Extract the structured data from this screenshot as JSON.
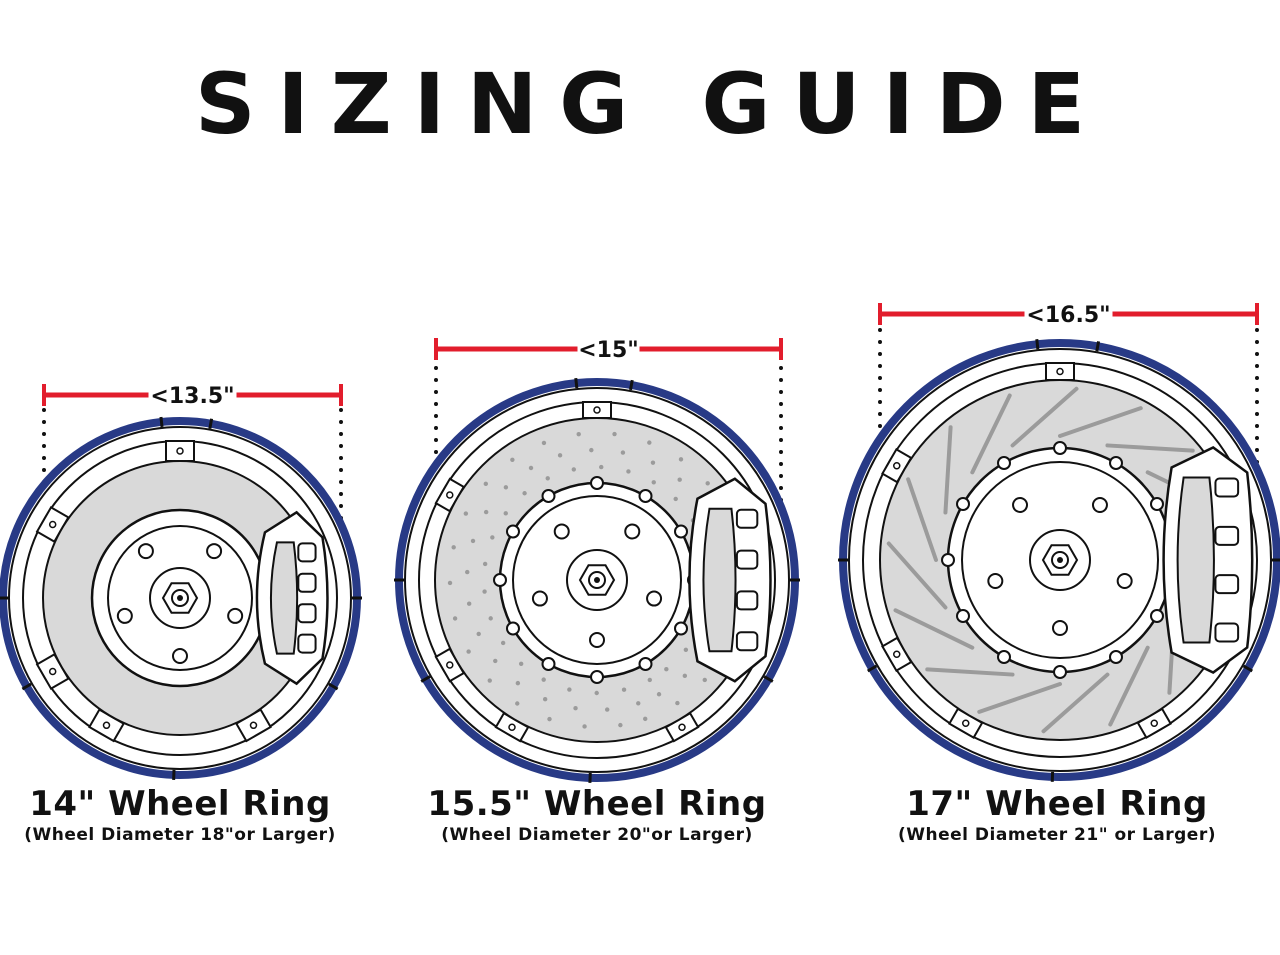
{
  "title": "SIZING GUIDE",
  "colors": {
    "ring": "#283a86",
    "dimension_line": "#e21d2c",
    "rotor": "#d9d9d9",
    "outline": "#111111",
    "slot": "#9b9b9b"
  },
  "rings": [
    {
      "name": "14\" Wheel Ring",
      "subtitle": "(Wheel Diameter 18\"or Larger)",
      "dimension": "<13.5\"",
      "rotor_style": "plain",
      "icons": [
        "wheel-ring-icon",
        "brake-rotor-icon",
        "caliper-icon",
        "hub-icon"
      ]
    },
    {
      "name": "15.5\" Wheel Ring",
      "subtitle": "(Wheel Diameter 20\"or Larger)",
      "dimension": "<15\"",
      "rotor_style": "drilled",
      "icons": [
        "wheel-ring-icon",
        "brake-rotor-icon",
        "caliper-icon",
        "hub-icon"
      ]
    },
    {
      "name": "17\" Wheel Ring",
      "subtitle": "(Wheel Diameter 21\" or Larger)",
      "dimension": "<16.5\"",
      "rotor_style": "slotted",
      "icons": [
        "wheel-ring-icon",
        "brake-rotor-icon",
        "caliper-icon",
        "hub-icon"
      ]
    }
  ]
}
